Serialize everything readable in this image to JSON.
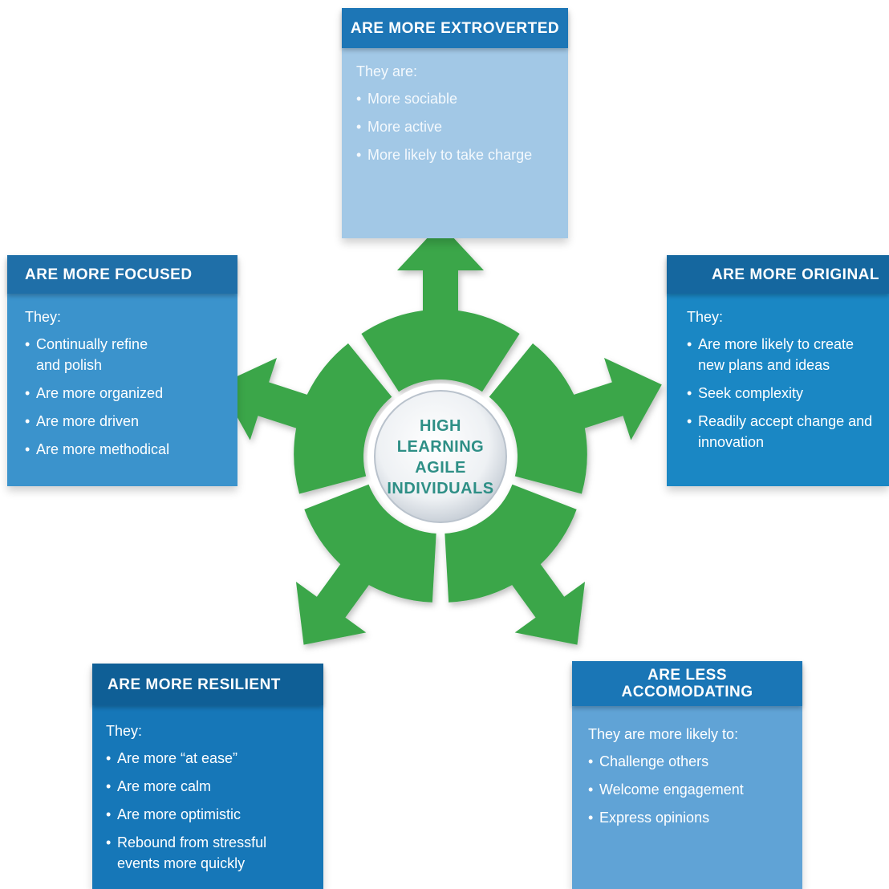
{
  "center": {
    "lines": [
      "HIGH",
      "LEARNING",
      "AGILE",
      "INDIVIDUALS"
    ]
  },
  "cards": {
    "extroverted": {
      "title": "ARE MORE EXTROVERTED",
      "intro": "They are:",
      "items": [
        "More sociable",
        "More active",
        "More likely to take charge"
      ]
    },
    "focused": {
      "title": "ARE MORE FOCUSED",
      "intro": "They:",
      "items": [
        "Continually refine and polish",
        "Are more organized",
        "Are more driven",
        "Are more methodical"
      ]
    },
    "original": {
      "title": "ARE MORE ORIGINAL",
      "intro": "They:",
      "items": [
        "Are more likely to create new plans and ideas",
        "Seek complexity",
        "Readily accept change and innovation"
      ]
    },
    "resilient": {
      "title": "ARE MORE RESILIENT",
      "intro": "They:",
      "items": [
        "Are more “at ease”",
        "Are more calm",
        "Are more optimistic",
        "Rebound from stressful events more quickly"
      ]
    },
    "accomodating": {
      "title_line1": "ARE LESS",
      "title_line2": "ACCOMODATING",
      "intro": "They are more likely to:",
      "items": [
        "Challenge others",
        "Welcome engagement",
        "Express opinions"
      ]
    }
  },
  "colors": {
    "arrow_green": "#3aa64a",
    "hub_text": "#2e8f86"
  }
}
